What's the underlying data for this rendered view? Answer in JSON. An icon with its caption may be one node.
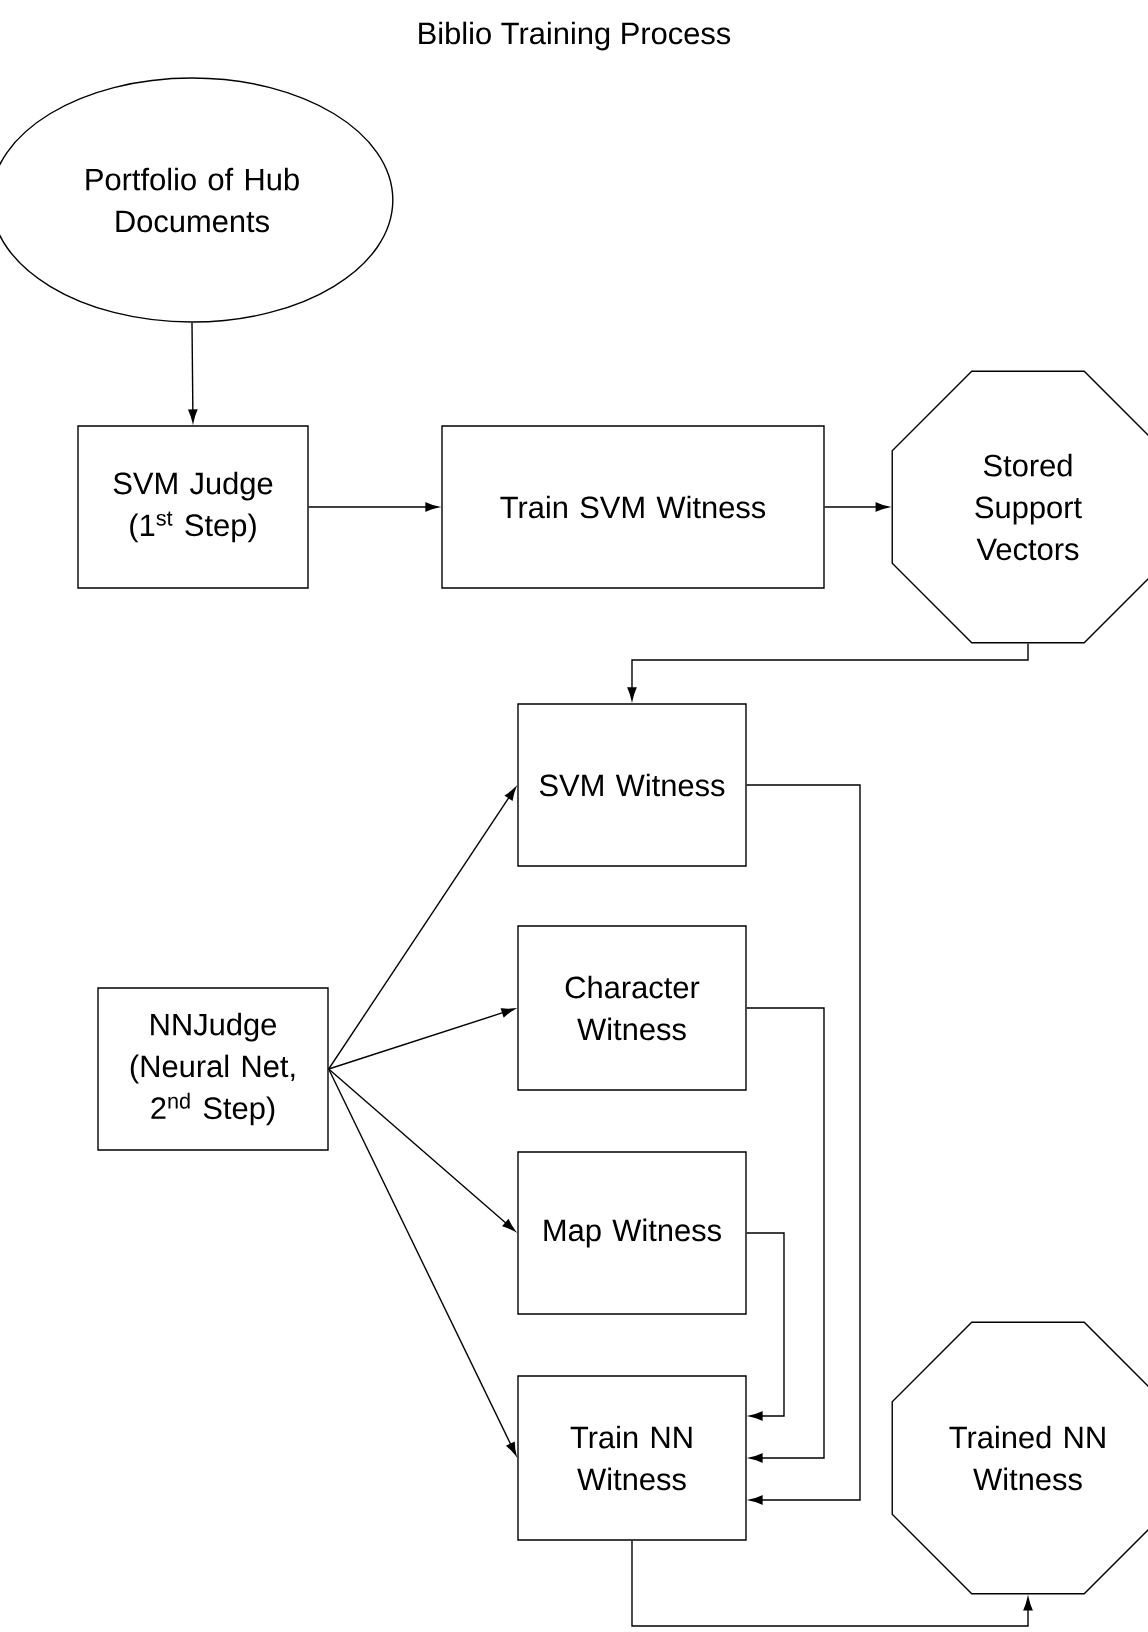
{
  "diagram": {
    "title": "Biblio Training Process",
    "nodes": [
      {
        "text": [
          "Portfolio of Hub Documents"
        ]
      },
      {
        "text": [
          "SVM Judge (1$^{st}$ Step)"
        ]
      },
      {
        "text": [
          "Train SVM Witness"
        ]
      },
      {
        "text": [
          "Stored Support Vectors"
        ]
      },
      {
        "text": [
          "SVM Witness"
        ]
      },
      {
        "text": [
          "NNJudge (Neural Net, 2$^{nd}$ Step)"
        ]
      },
      {
        "text": [
          "Character Witness"
        ]
      },
      {
        "text": [
          "Map Witness"
        ]
      },
      {
        "text": [
          "Train NN Witness"
        ]
      },
      {
        "text": [
          "Trained NN Witness"
        ]
      }
    ],
    "edges": [
      {
        "from": 0,
        "to": 1,
        "arrow": "to"
      },
      {
        "from": 1,
        "to": 2,
        "arrow": "to"
      },
      {
        "from": 2,
        "to": 3,
        "arrow": "to"
      },
      {
        "from": 3,
        "to": 4,
        "arrow": "to"
      },
      {
        "from": 5,
        "to": 4,
        "arrow": "to"
      },
      {
        "from": 5,
        "to": 6,
        "arrow": "to"
      },
      {
        "from": 5,
        "to": 7,
        "arrow": "to"
      },
      {
        "from": 5,
        "to": 8,
        "arrow": "to"
      },
      {
        "from": 4,
        "to": 8,
        "arrow": "to"
      },
      {
        "from": 6,
        "to": 8,
        "arrow": "to"
      },
      {
        "from": 7,
        "to": 8,
        "arrow": "to"
      },
      {
        "from": 8,
        "to": 9,
        "arrow": "to"
      }
    ]
  }
}
